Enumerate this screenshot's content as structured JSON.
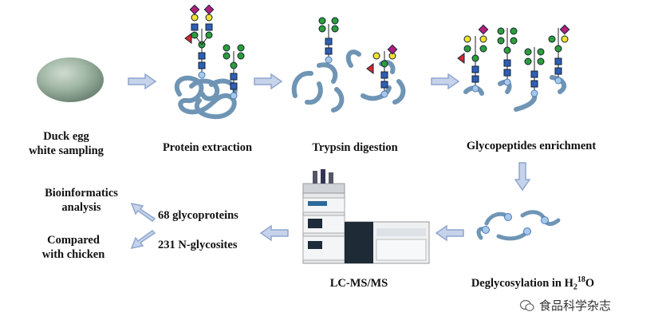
{
  "steps": {
    "duck_egg": "Duck egg\nwhite sampling",
    "protein_extraction": "Protein extraction",
    "trypsin_digestion": "Trypsin digestion",
    "glycopeptides_enrichment": "Glycopeptides enrichment",
    "deglycosylation_prefix": "Deglycosylation in H",
    "deglycosylation_sub": "2",
    "deglycosylation_sup": "18",
    "deglycosylation_suffix": "O",
    "lcms": "LC-MS/MS",
    "glycoproteins": "68 glycoproteins",
    "glycosites": "231 N-glycosites",
    "bioinformatics": "Bioinformatics\nanalysis",
    "compared": "Compared\nwith chicken"
  },
  "watermark": "食品科学杂志",
  "colors": {
    "arrow": "#8fa6cf",
    "peptide": "#6f95b5",
    "glcnac": "#2f5fb5",
    "mannose": "#2e9d3a",
    "galactose": "#f2e22a",
    "sialic": "#b0207a",
    "fucose": "#d8282c"
  }
}
